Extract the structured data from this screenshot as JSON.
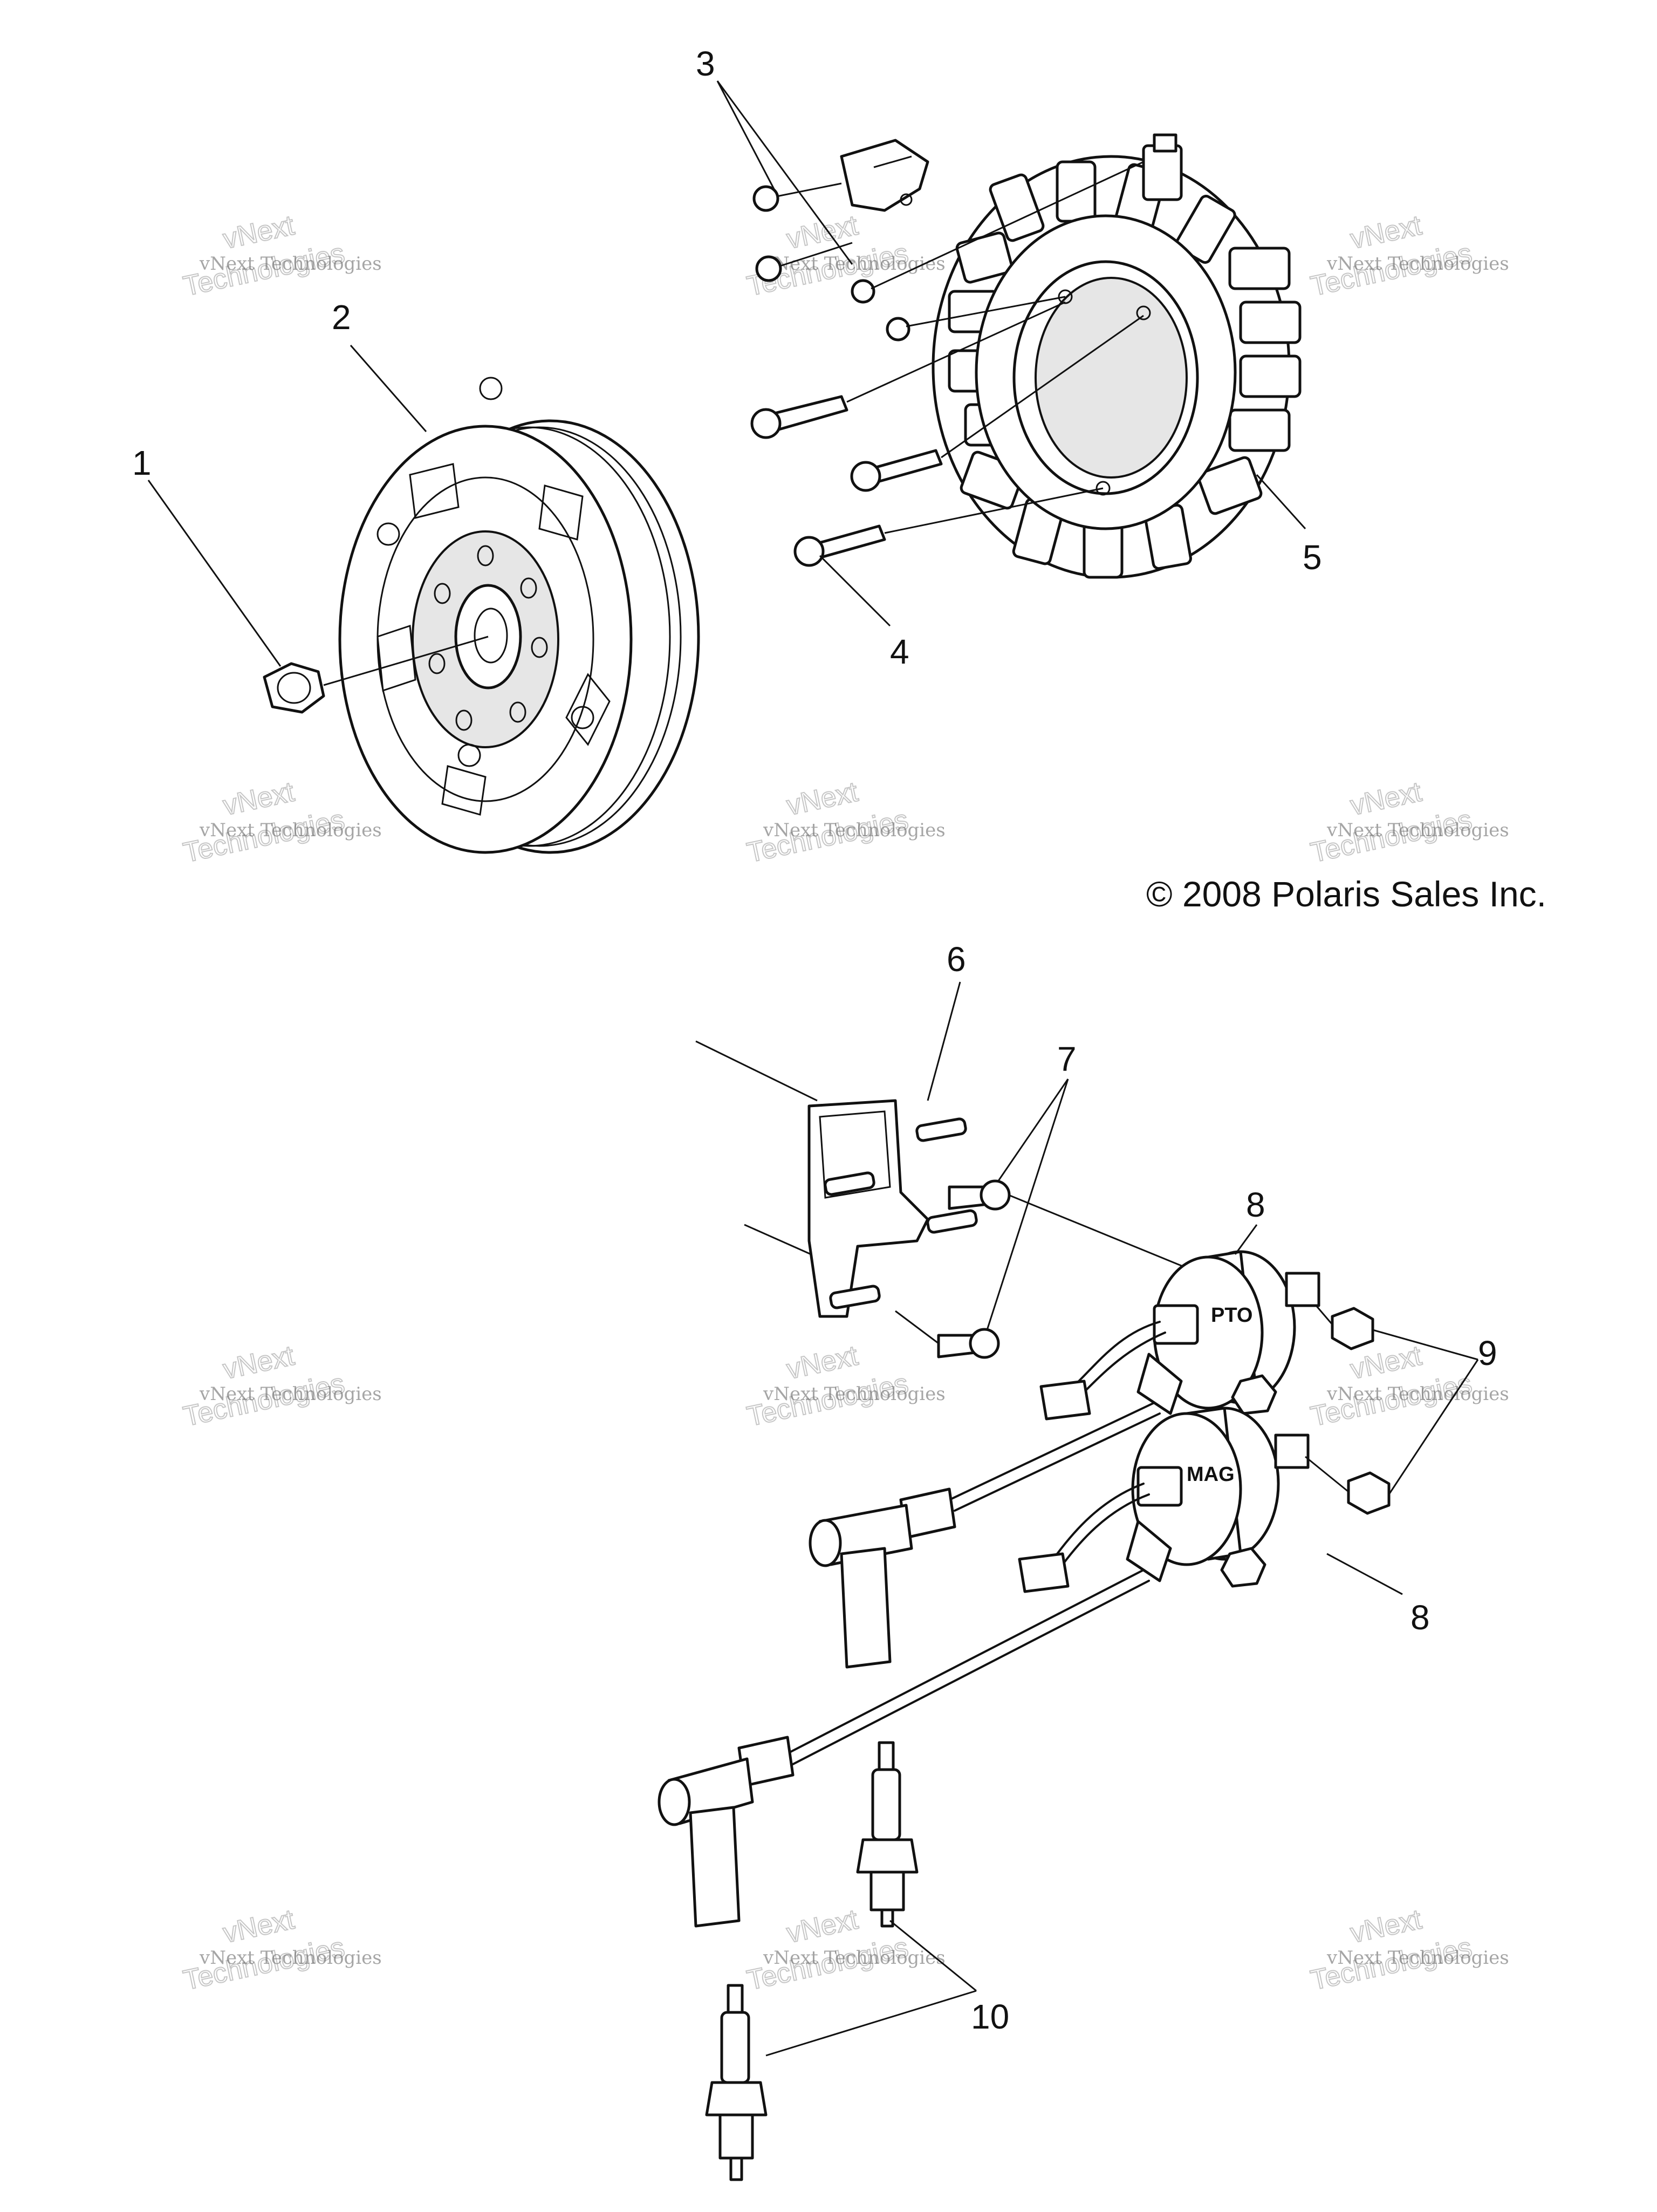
{
  "callouts": [
    "1",
    "2",
    "3",
    "4",
    "5",
    "6",
    "7",
    "8",
    "8",
    "9",
    "10"
  ],
  "copyright": "© 2008 Polaris Sales Inc.",
  "coil_labels": {
    "pto": "PTO",
    "mag": "MAG"
  },
  "watermark": {
    "line1": "vNext Technologies",
    "line2": "vNext",
    "line3": "Technologies"
  }
}
